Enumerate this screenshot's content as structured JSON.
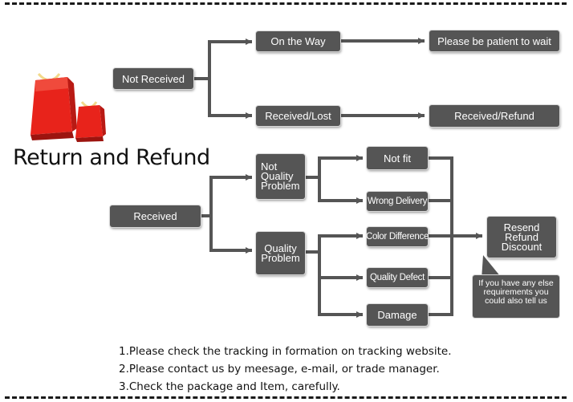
{
  "title": "Return and Refund",
  "nodes": {
    "not_received": "Not Received",
    "on_the_way": "On the Way",
    "please_wait": "Please be patient to wait",
    "received_lost": "Received/Lost",
    "received_refund": "Received/Refund",
    "received": "Received",
    "not_quality_problem": "Not\nQuality\nProblem",
    "quality_problem": "Quality\nProblem",
    "not_fit": "Not fit",
    "wrong_delivery": "Wrong Delivery",
    "color_difference": "Color Difference",
    "quality_defect": "Quality Defect",
    "damage": "Damage",
    "resend_refund_discount": "Resend\nRefund\nDiscount"
  },
  "note_bubble": "If you have any else\nrequirements you\ncould also tell us",
  "instructions": [
    "1.Please check the tracking in formation on tracking website.",
    "2.Please contact us by meesage, e-mail, or trade manager.",
    "3.Check the package and Item, carefully."
  ],
  "colors": {
    "node_fill": "#555555",
    "connector": "#555555",
    "bag_red": "#e8231b",
    "text": "#111111"
  },
  "icons": {
    "logo": "shopping-bags-icon"
  }
}
